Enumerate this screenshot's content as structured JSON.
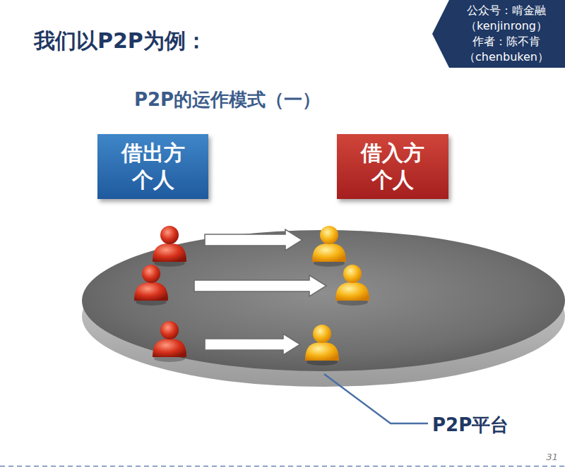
{
  "diagram": {
    "title": "我们以P2P为例：",
    "nodes": [
      {
        "text": [
          "公众号：啃金融 （kenjinrong）",
          "作者：陈不肯 （chenbuken）"
        ]
      },
      {
        "text": [
          "借出方 个人"
        ]
      },
      {
        "text": [
          "借入方 个人"
        ]
      }
    ],
    "labels": [
      "P2P的运作模式（一）",
      "P2P平台",
      "31"
    ]
  }
}
